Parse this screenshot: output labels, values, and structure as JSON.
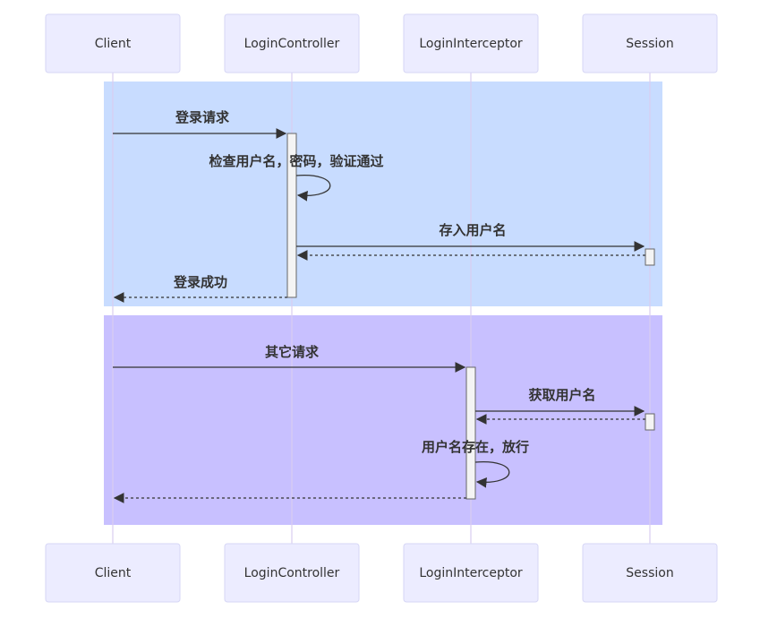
{
  "actors": [
    {
      "id": "client",
      "label": "Client"
    },
    {
      "id": "login_controller",
      "label": "LoginController"
    },
    {
      "id": "login_interceptor",
      "label": "LoginInterceptor"
    },
    {
      "id": "session",
      "label": "Session"
    }
  ],
  "groups": [
    {
      "id": "login_block",
      "color": "#c8dcff"
    },
    {
      "id": "request_block",
      "color": "#c8c0ff"
    }
  ],
  "messages": [
    {
      "id": "m1",
      "label": "登录请求"
    },
    {
      "id": "m2",
      "label": "检查用户名，密码，验证通过"
    },
    {
      "id": "m3",
      "label": "存入用户名"
    },
    {
      "id": "m4",
      "label": ""
    },
    {
      "id": "m5",
      "label": "登录成功"
    },
    {
      "id": "m6",
      "label": "其它请求"
    },
    {
      "id": "m7",
      "label": "获取用户名"
    },
    {
      "id": "m8",
      "label": ""
    },
    {
      "id": "m9",
      "label": "用户名存在，放行"
    },
    {
      "id": "m10",
      "label": ""
    }
  ],
  "colors": {
    "actor_fill": "#ececff",
    "actor_border": "#d6d6f5",
    "lifeline": "#d8cdf0",
    "arrow": "#333333"
  }
}
